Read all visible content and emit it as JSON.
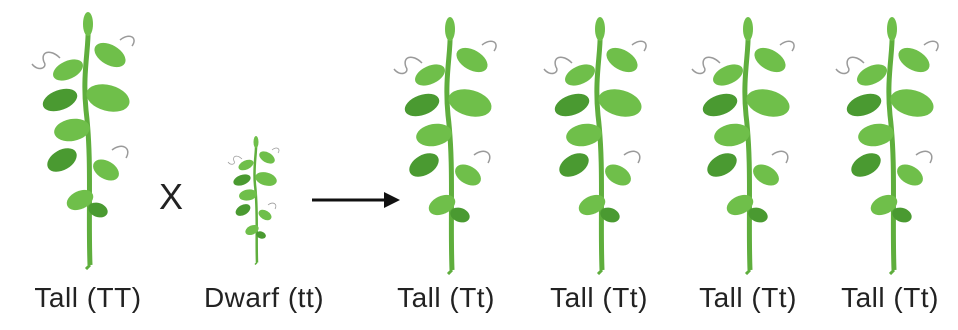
{
  "cross_symbol": "X",
  "colors": {
    "leaf": "#6fbf4a",
    "leaf_dark": "#4a9a31",
    "stem": "#5fae3d",
    "tendril": "#9a9a9a",
    "text": "#222222"
  },
  "parents": [
    {
      "label": "Tall (TT)",
      "height": "tall"
    },
    {
      "label": "Dwarf (tt)",
      "height": "dwarf"
    }
  ],
  "offspring": [
    {
      "label": "Tall (Tt)",
      "height": "tall"
    },
    {
      "label": "Tall (Tt)",
      "height": "tall"
    },
    {
      "label": "Tall (Tt)",
      "height": "tall"
    },
    {
      "label": "Tall (Tt)",
      "height": "tall"
    }
  ]
}
